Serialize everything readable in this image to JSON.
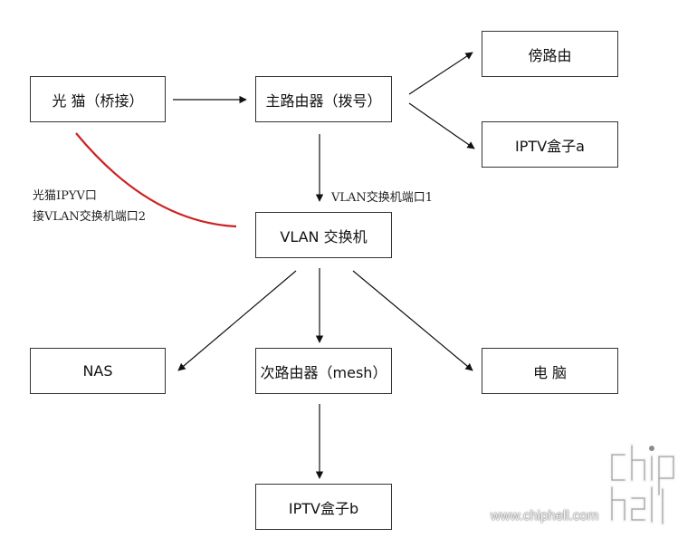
{
  "nodes": {
    "modem": "光 猫（桥接）",
    "main_router": "主路由器（拨号）",
    "bypass_router": "傍路由",
    "iptv_box_a": "IPTV盒子a",
    "vlan_switch": "VLAN 交换机",
    "nas": "NAS",
    "secondary_router": "次路由器（mesh）",
    "computer": "电 脑",
    "iptv_box_b": "IPTV盒子b"
  },
  "annotations": {
    "switch_port_1": "VLAN交换机端口1",
    "modem_iptv_line1": "光猫IPYV口",
    "modem_iptv_line2": "接VLAN交换机端口2"
  },
  "watermark": {
    "site": "www.chiphell.com",
    "logo": "chip hell"
  },
  "colors": {
    "box_border": "#333333",
    "arrow": "#111111",
    "iptv_link": "#cc2222"
  }
}
